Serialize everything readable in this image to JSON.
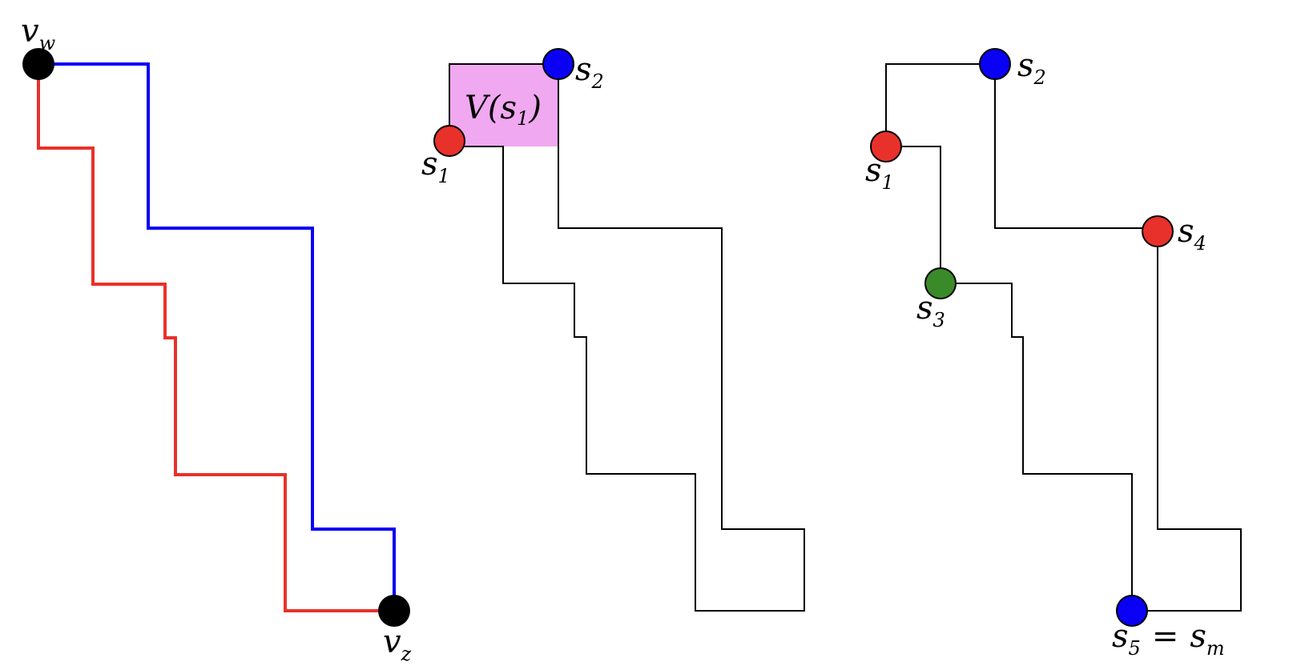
{
  "colors": {
    "red": "#e8312a",
    "blue": "#0a00f5",
    "green": "#3a8a2a",
    "black": "#000000",
    "region": "#f0a8f0"
  },
  "panel1": {
    "label_top": {
      "base": "v",
      "sub": "w"
    },
    "label_bottom": {
      "base": "v",
      "sub": "z"
    }
  },
  "panel2": {
    "region_label": {
      "base": "V(s",
      "sub": "1",
      "close": ")"
    },
    "s1": {
      "base": "s",
      "sub": "1"
    },
    "s2": {
      "base": "s",
      "sub": "2"
    }
  },
  "panel3": {
    "s1": {
      "base": "s",
      "sub": "1"
    },
    "s2": {
      "base": "s",
      "sub": "2"
    },
    "s3": {
      "base": "s",
      "sub": "3"
    },
    "s4": {
      "base": "s",
      "sub": "4"
    },
    "s5": {
      "base": "s",
      "sub": "5",
      "eq": "=",
      "rhs_base": "s",
      "rhs_sub": "m"
    }
  }
}
